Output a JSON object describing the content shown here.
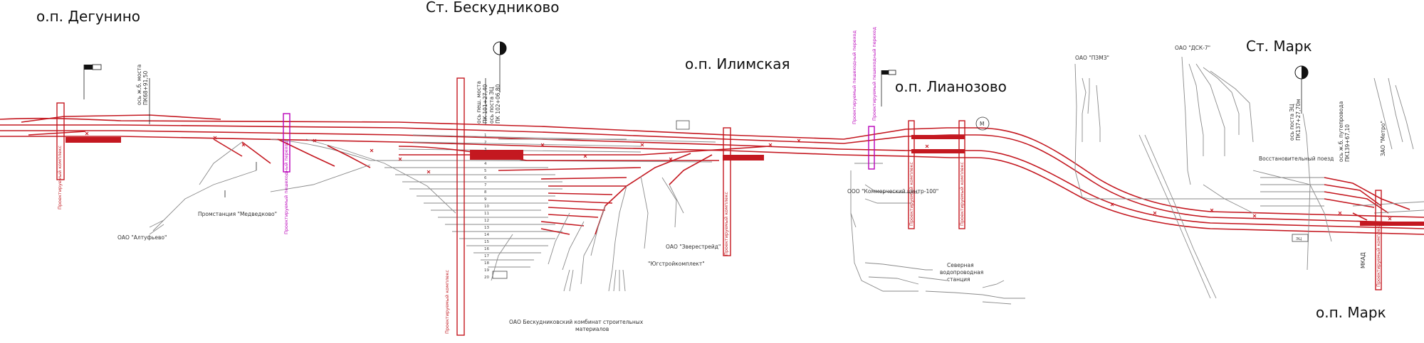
{
  "stations": {
    "degunino": "о.п. Дегунино",
    "beskudnikovo": "Ст. Бескудниково",
    "ilimskaya": "о.п. Илимская",
    "lianozovo": "о.п. Лианозово",
    "st_mark": "Ст. Марк",
    "op_mark": "о.п. Марк"
  },
  "labels": {
    "antufevo": "ОАО \"Алтуфьево\"",
    "medvedkovo": "Промстанция \"Медведково\"",
    "zverestroy": "ОАО \"Зверестрейд\"",
    "yugstroy": "\"Югстройкомплект\"",
    "kombinat_1": "ОАО Бескудниковский комбинат строительных",
    "kombinat_2": "материалов",
    "kommercheskiy": "ООО \"Коммерческий центр-100\"",
    "vodoprovod_1": "Северная",
    "vodoprovod_2": "водопроводная",
    "vodoprovod_3": "станция",
    "pzmz": "ОАО \"ПЗМЗ\"",
    "dsk7": "ОАО \"ДСК-7\"",
    "vosstanovitelny": "Восстановительный поезд",
    "mkad": "МКАД",
    "most_degunino": "ось ж.б. моста",
    "km_degunino": "ПК68+91,50",
    "most_besk": "ось пеш. моста",
    "km_besk_1": "ПК 101+27,40",
    "km_besk_2": "ось поста ЭЦ",
    "km_besk_3": "ПК 102+06,80",
    "post_mark": "ось поста ЭЦ",
    "km_mark": "ПК137+27,70м",
    "most_mark": "ось ж.б. путепровода",
    "km_mark_2": "ПК139+67,10",
    "zao_metro": "ЗАО \"Метро\"",
    "ts_label": "ЭЦ",
    "m_symbol": "М",
    "prom_perehod_1": "Проектируемый пешеходный переход",
    "prom_perehod_2": "Проектируемый пешеходный переход",
    "prom_perehod_3": "Проектируемый пешеходный переход",
    "kompleks_1": "Проектируемый комплекс",
    "kompleks_2": "Проектируемый комплекс",
    "kompleks_3": "Проектируемый комплекс",
    "kompleks_4": "Проектируемый комплекс",
    "kompleks_5": "Проектируемый комплекс",
    "kompleks_6": "Проектируемый комплекс"
  },
  "colors": {
    "track_main": "#c41820",
    "track_side": "#8a8a8a",
    "crossing": "#b800b8",
    "text": "#111111"
  },
  "track_numbers_besk": [
    "1",
    "2",
    "3",
    "4",
    "5",
    "6",
    "7",
    "8",
    "9",
    "10",
    "11",
    "12",
    "13",
    "14",
    "15",
    "16",
    "17",
    "18",
    "19",
    "20"
  ]
}
